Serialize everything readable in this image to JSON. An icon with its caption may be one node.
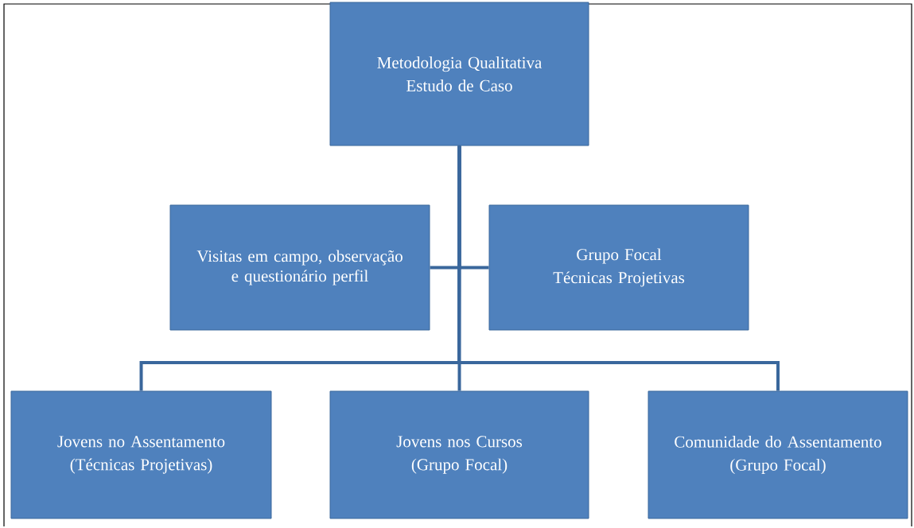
{
  "diagram": {
    "nodes": [
      {
        "text": [
          "Metodologia Qualitativa",
          "Estudo de Caso"
        ]
      },
      {
        "text": [
          "Visitas em campo, observação e questionário perfil"
        ]
      },
      {
        "text": [
          "Grupo Focal",
          "Técnicas Projetivas"
        ]
      },
      {
        "text": [
          "Jovens no Assentamento",
          "(Técnicas Projetivas)"
        ]
      },
      {
        "text": [
          "Jovens nos Cursos",
          "(Grupo Focal)"
        ]
      },
      {
        "text": [
          "Comunidade do Assentamento",
          "(Grupo Focal)"
        ]
      }
    ],
    "edges": [
      {
        "from": 0,
        "to": 1,
        "arrow": "none"
      },
      {
        "from": 0,
        "to": 2,
        "arrow": "none"
      },
      {
        "from": 0,
        "to": 3,
        "arrow": "none"
      },
      {
        "from": 0,
        "to": 4,
        "arrow": "none"
      },
      {
        "from": 0,
        "to": 5,
        "arrow": "none"
      }
    ]
  }
}
